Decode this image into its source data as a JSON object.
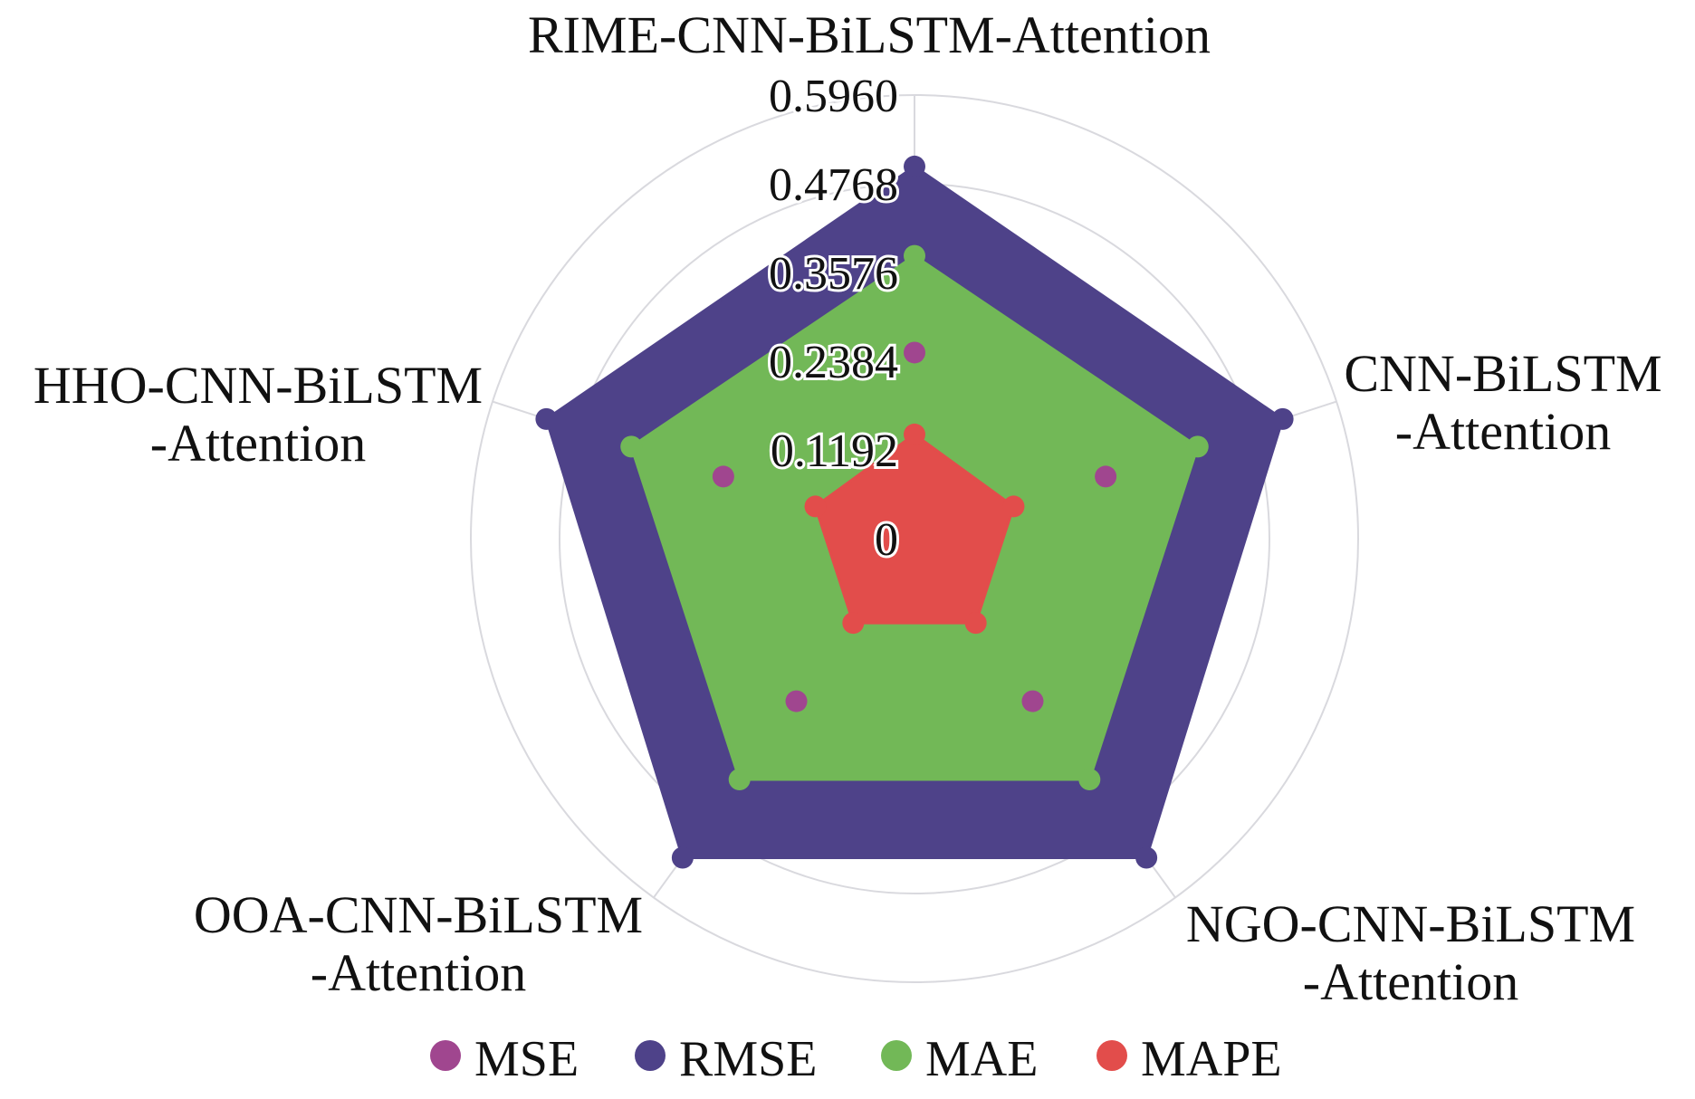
{
  "chart_data": {
    "type": "radar",
    "axes": [
      "RIME-CNN-BiLSTM-Attention",
      "CNN-BiLSTM|-Attention",
      "NGO-CNN-BiLSTM|-Attention",
      "OOA-CNN-BiLSTM|-Attention",
      "HHO-CNN-BiLSTM|-Attention"
    ],
    "ticks": [
      "0",
      "0.1192",
      "0.2384",
      "0.3576",
      "0.4768",
      "0.5960"
    ],
    "rmax": 0.596,
    "grid": true,
    "legend_position": "bottom",
    "series": [
      {
        "name": "MSE",
        "color": "#a0468f",
        "style": "points",
        "values": [
          0.25,
          0.27,
          0.27,
          0.27,
          0.27
        ]
      },
      {
        "name": "RMSE",
        "color": "#4e4289",
        "style": "area",
        "values": [
          0.5,
          0.52,
          0.53,
          0.53,
          0.52
        ]
      },
      {
        "name": "MAE",
        "color": "#72b857",
        "style": "area",
        "values": [
          0.38,
          0.4,
          0.4,
          0.4,
          0.4
        ]
      },
      {
        "name": "MAPE",
        "color": "#e24d4b",
        "style": "area",
        "values": [
          0.14,
          0.14,
          0.14,
          0.14,
          0.14
        ]
      }
    ]
  }
}
